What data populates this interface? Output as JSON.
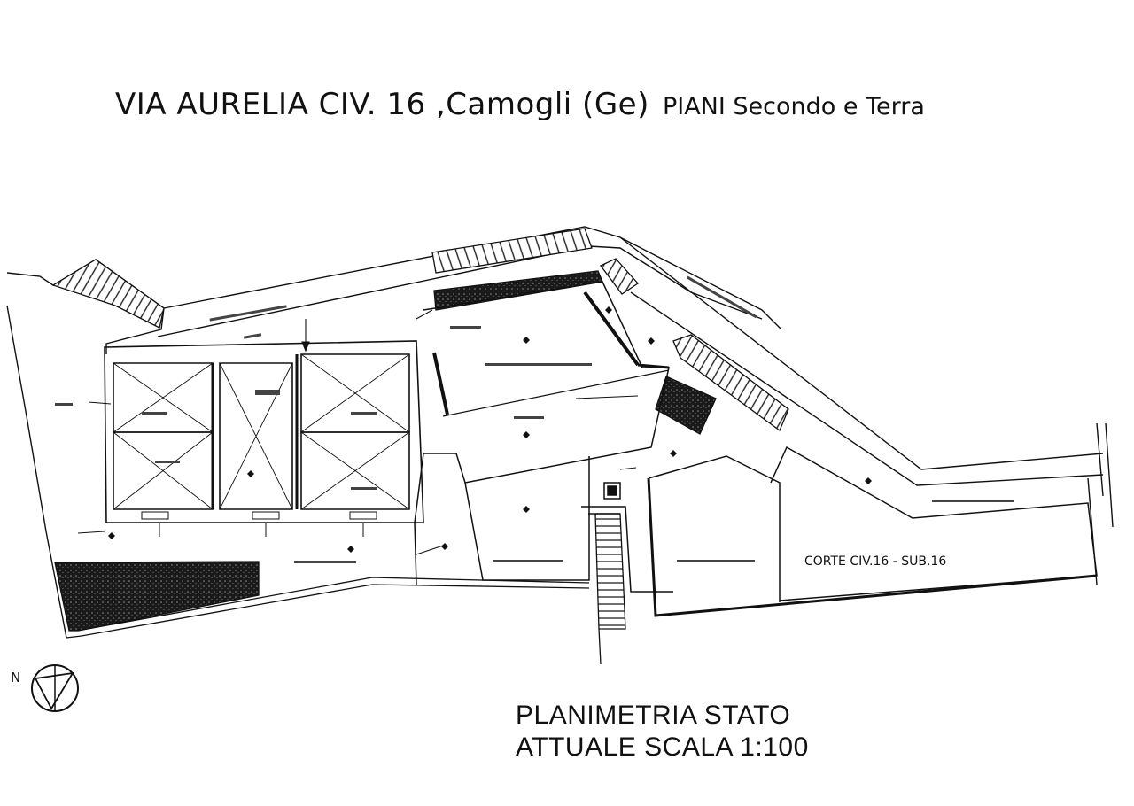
{
  "header": {
    "title": "VIA AURELIA CIV. 16 ,Camogli (Ge)",
    "subtitle": "PIANI Secondo e Terra"
  },
  "caption": {
    "line1": "PLANIMETRIA STATO",
    "line2": "ATTUALE SCALA 1:100"
  },
  "north": {
    "letter": "N",
    "icon": "north-arrow-icon"
  },
  "plan": {
    "court_label": "CORTE CIV.16 - SUB.16"
  }
}
